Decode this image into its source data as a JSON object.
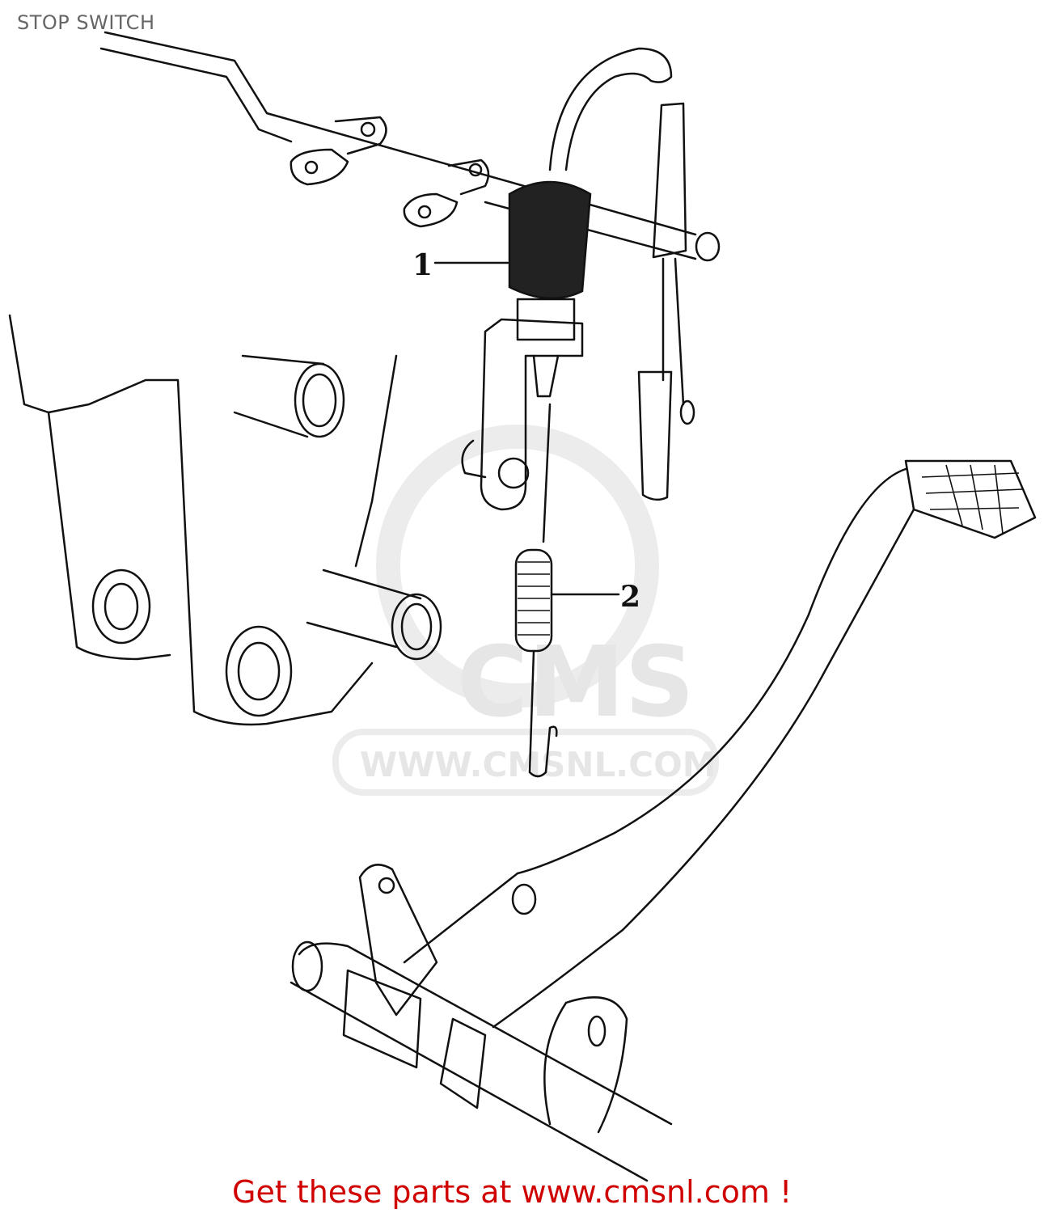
{
  "title": "STOP SWITCH",
  "callouts": [
    {
      "number": "1",
      "part": "stop-switch"
    },
    {
      "number": "2",
      "part": "spring"
    }
  ],
  "watermark": {
    "logo_text": "CMS",
    "url_text": "WWW.CMSNL.COM"
  },
  "footer": "Get these parts at www.cmsnl.com !",
  "colors": {
    "footer": "#d00000",
    "title": "#666666",
    "line": "#111111",
    "watermark": "#e6e6e6"
  }
}
